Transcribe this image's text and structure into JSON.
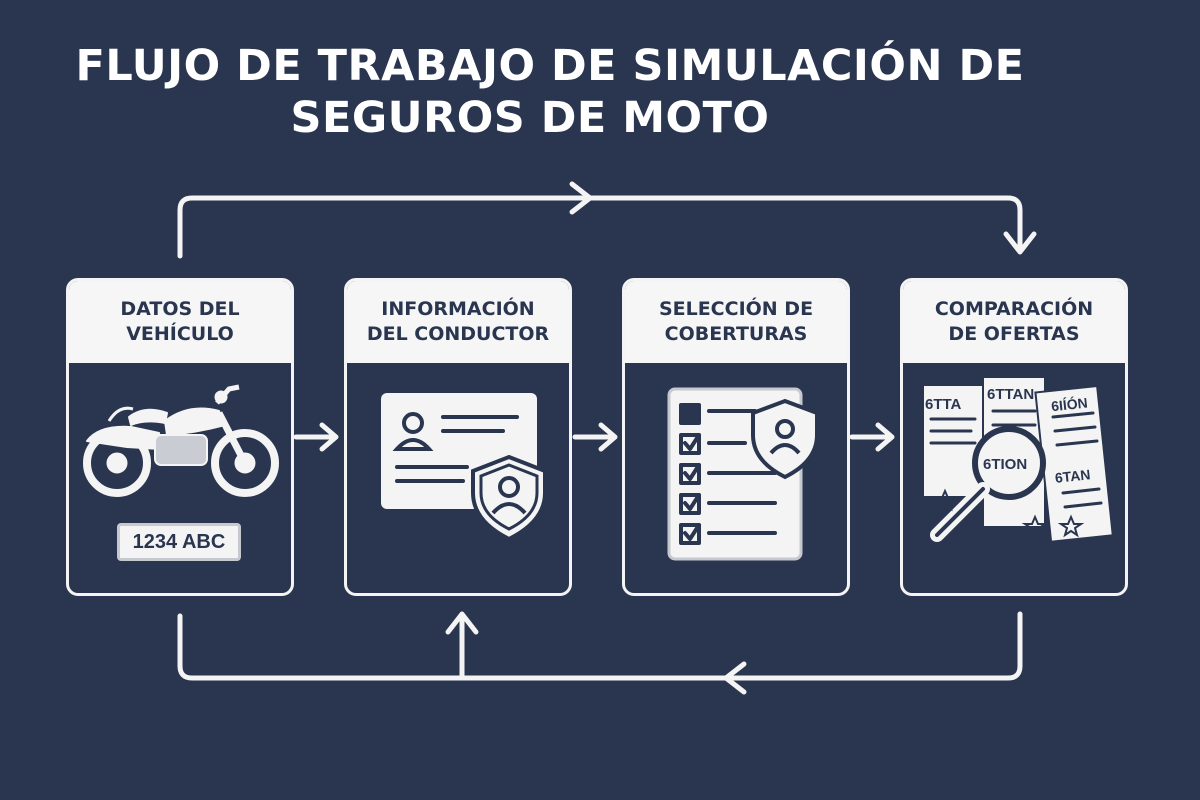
{
  "title": {
    "line1": "FLUJO DE TRABAJO DE SIMULACIÓN DE",
    "line2": "SEGUROS DE MOTO"
  },
  "steps": [
    {
      "line1": "DATOS DEL",
      "line2": "VEHÍCULO",
      "icon": "motorcycle-icon"
    },
    {
      "line1": "INFORMACIÓN",
      "line2": "DEL CONDUCTOR",
      "icon": "driver-id-card-icon"
    },
    {
      "line1": "SELECCIÓN DE",
      "line2": "COBERTURAS",
      "icon": "coverage-checklist-icon"
    },
    {
      "line1": "COMPARACIÓN",
      "line2": "DE OFERTAS",
      "icon": "offers-magnifier-icon"
    }
  ],
  "plate": "1234 ABC",
  "offer_docs": [
    "6TTA",
    "6TTAN",
    "6IÍÓN",
    "6TION",
    "6TAN"
  ],
  "colors": {
    "background": "#2a3650",
    "foreground": "#f4f4f4"
  }
}
